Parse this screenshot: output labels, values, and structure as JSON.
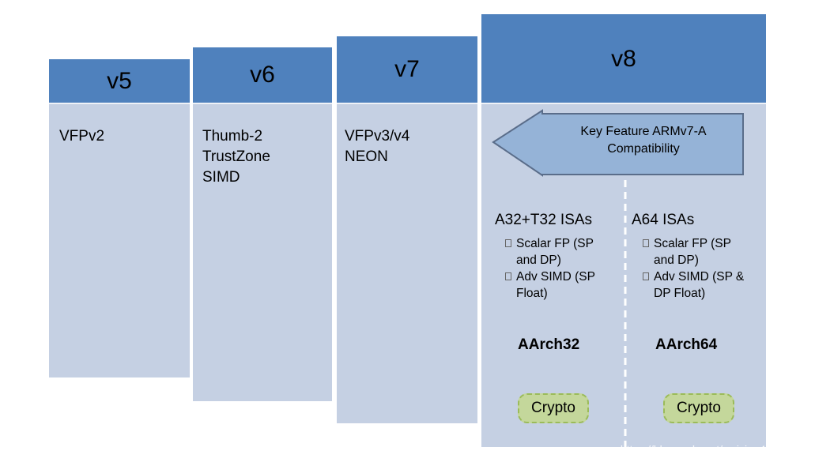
{
  "columns": [
    {
      "header": "v5",
      "items": [
        "VFPv2"
      ]
    },
    {
      "header": "v6",
      "items": [
        "Thumb-2",
        "TrustZone",
        "SIMD"
      ]
    },
    {
      "header": "v7",
      "items": [
        "VFPv3/v4",
        "NEON"
      ]
    },
    {
      "header": "v8"
    }
  ],
  "key_feature": {
    "line1": "Key Feature ARMv7-A",
    "line2": "Compatibility"
  },
  "left_isa": {
    "title": "A32+T32 ISAs",
    "bullets": [
      [
        "Scalar FP (SP",
        "and DP)"
      ],
      [
        "Adv SIMD (SP",
        "Float)"
      ]
    ],
    "arch": "AArch32",
    "crypto": "Crypto"
  },
  "right_isa": {
    "title": "A64 ISAs",
    "bullets": [
      [
        "Scalar FP (SP",
        "and DP)"
      ],
      [
        "Adv SIMD (SP &",
        "DP Float)"
      ]
    ],
    "arch": "AArch64",
    "crypto": "Crypto"
  },
  "watermark": "https://blog.csdn.net/weixin_44073864",
  "colors": {
    "header": "#4f81bd",
    "body": "#c5d0e3",
    "crypto_fill": "#c4d79b"
  }
}
